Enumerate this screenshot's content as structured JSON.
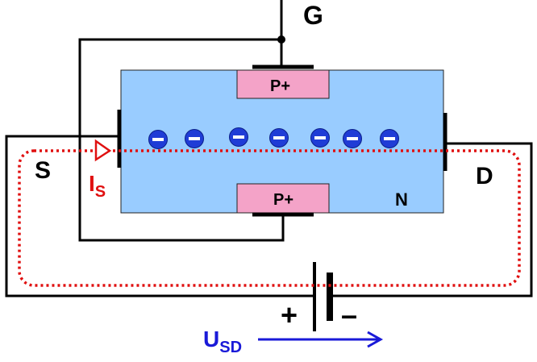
{
  "labels": {
    "gate": "G",
    "source": "S",
    "drain": "D",
    "channel_type": "N",
    "top_gate_region": "P+",
    "bottom_gate_region": "P+",
    "current_main": "I",
    "current_sub": "S",
    "voltage_main": "U",
    "voltage_sub": "SD",
    "battery_plus": "+",
    "battery_minus": "–"
  },
  "electrons": {
    "count": 7,
    "symbol": "–"
  },
  "colors": {
    "channel": "#99ccff",
    "gate_region": "#f4a3c8",
    "electron": "#1f3cd6",
    "current": "#e01010",
    "voltage_arrow": "#1a1ad8",
    "wire": "#000000"
  }
}
